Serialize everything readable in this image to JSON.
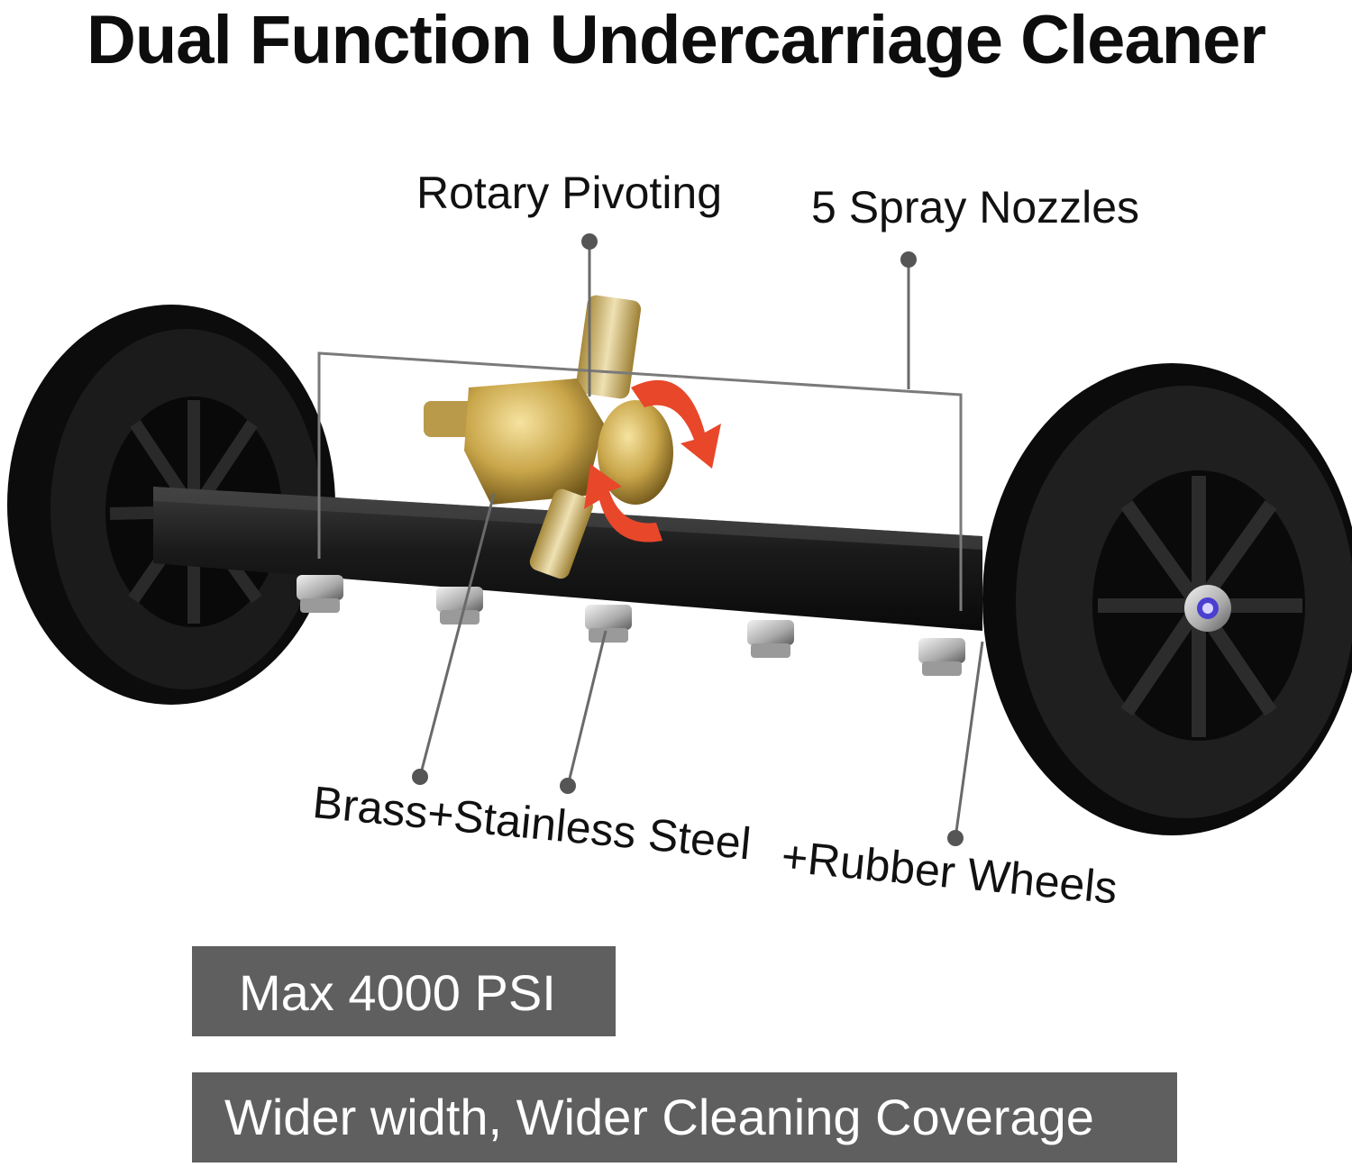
{
  "title": "Dual Function Undercarriage Cleaner",
  "callouts": {
    "rotary": "Rotary Pivoting",
    "nozzles": "5 Spray Nozzles",
    "material_left": "Brass+Stainless Steel",
    "material_right": "+Rubber Wheels"
  },
  "specs": {
    "pressure": "Max 4000 PSI",
    "coverage": "Wider width, Wider Cleaning Coverage"
  },
  "colors": {
    "label_box": "#5f5f5f",
    "brass": "#c9a64a",
    "arrow": "#e8472a",
    "wheel": "#0f0f0f",
    "pointer": "#555555"
  },
  "icons": [
    "rotation-arrows-icon",
    "wheel-icon",
    "spray-nozzle-icon"
  ]
}
